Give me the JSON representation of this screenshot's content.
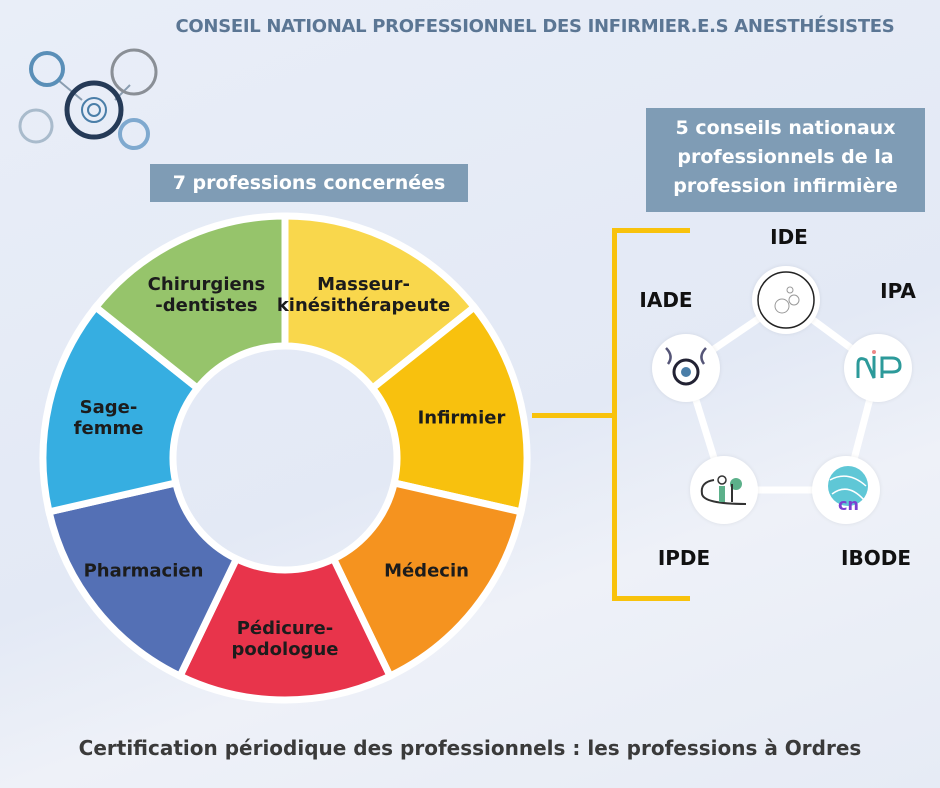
{
  "header": {
    "title": "CONSEIL NATIONAL PROFESSIONNEL DES INFIRMIER.E.S ANESTHÉSISTES"
  },
  "left_box": {
    "title": "7 professions concernées"
  },
  "right_box": {
    "lines": [
      "5 conseils nationaux",
      "professionnels de la",
      "profession infirmière"
    ]
  },
  "professions": [
    {
      "lines": [
        "Masseur-",
        "kinésithérapeute"
      ],
      "color": "#f9d74c"
    },
    {
      "lines": [
        "Infirmier"
      ],
      "color": "#f8c10e"
    },
    {
      "lines": [
        "Médecin"
      ],
      "color": "#f5931f"
    },
    {
      "lines": [
        "Pédicure-",
        "podologue"
      ],
      "color": "#e8344b"
    },
    {
      "lines": [
        "Pharmacien"
      ],
      "color": "#5470b5"
    },
    {
      "lines": [
        "Sage-",
        "femme"
      ],
      "color": "#36aee1"
    },
    {
      "lines": [
        "Chirurgiens",
        "-dentistes"
      ],
      "color": "#96c46b"
    }
  ],
  "councils": [
    {
      "label": "IDE"
    },
    {
      "label": "IPA"
    },
    {
      "label": "IBODE"
    },
    {
      "label": "IPDE"
    },
    {
      "label": "IADE"
    }
  ],
  "footer": {
    "text": "Certification périodique des professionnels : les professions à Ordres"
  }
}
